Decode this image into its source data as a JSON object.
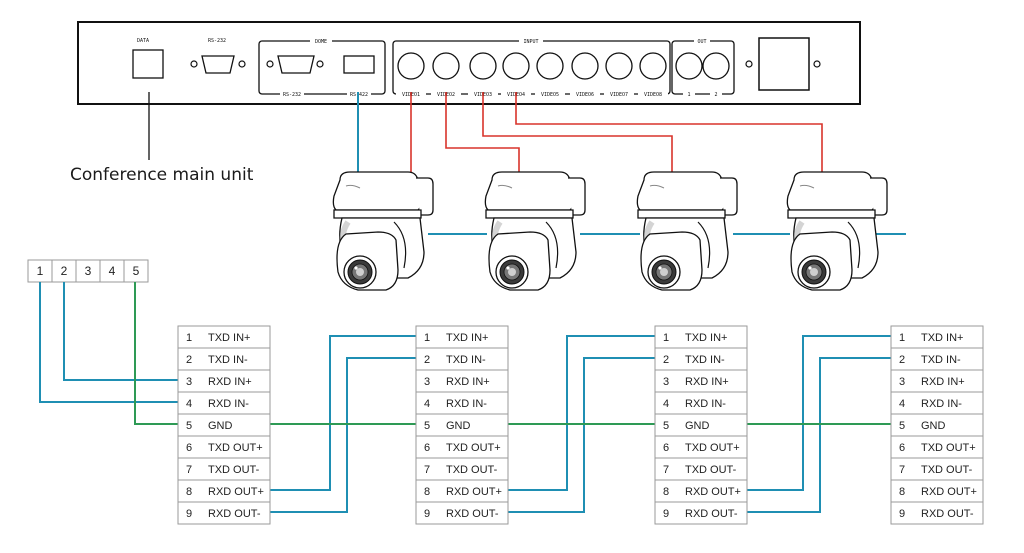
{
  "panel": {
    "data_label": "DATA",
    "rs232_label": "RS-232",
    "dome_label": "DOME",
    "dome_rs232": "RS-232",
    "dome_rs422": "RS-422",
    "input_label": "INPUT",
    "out_label": "OUT",
    "video_labels": [
      "VIDEO1",
      "VIDEO2",
      "VIDEO3",
      "VIDEO4",
      "VIDEO5",
      "VIDEO6",
      "VIDEO7",
      "VIDEO8"
    ],
    "out_labels": [
      "1",
      "2"
    ]
  },
  "caption": "Conference main unit",
  "pin_header": [
    "1",
    "2",
    "3",
    "4",
    "5"
  ],
  "terminal_rows": [
    {
      "num": "1",
      "signal": "TXD IN+"
    },
    {
      "num": "2",
      "signal": "TXD IN-"
    },
    {
      "num": "3",
      "signal": "RXD IN+"
    },
    {
      "num": "4",
      "signal": "RXD IN-"
    },
    {
      "num": "5",
      "signal": "GND"
    },
    {
      "num": "6",
      "signal": "TXD OUT+"
    },
    {
      "num": "7",
      "signal": "TXD OUT-"
    },
    {
      "num": "8",
      "signal": "RXD OUT+"
    },
    {
      "num": "9",
      "signal": "RXD OUT-"
    }
  ],
  "colors": {
    "rs485_wire": "#1f8fb3",
    "gnd_wire": "#2e9a55",
    "video_wire": "#d9342b"
  },
  "camera_count": 4,
  "terminal_block_count": 4
}
